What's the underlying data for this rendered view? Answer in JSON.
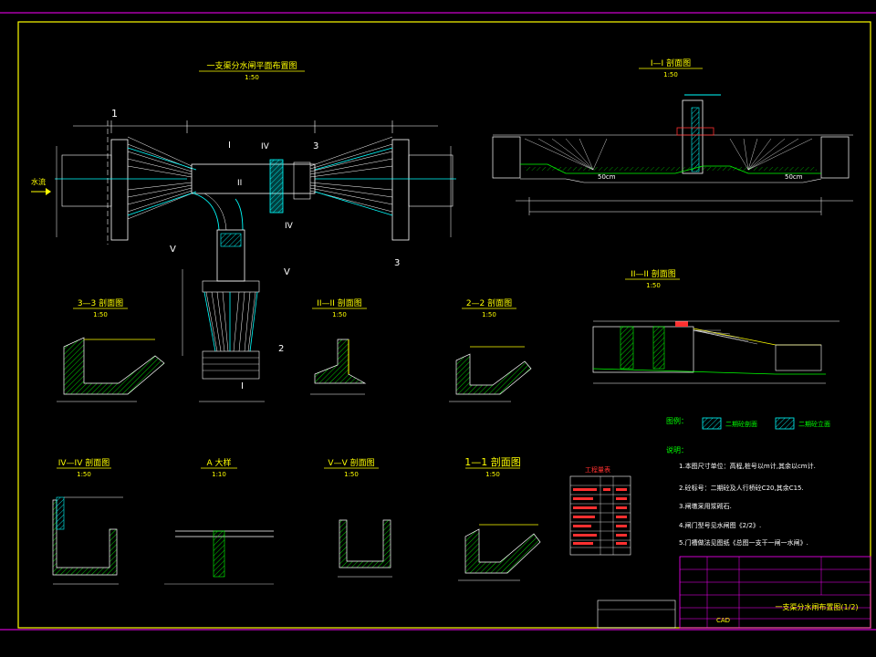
{
  "drawing": {
    "plan_title": "一支渠分水闸平面布置图",
    "plan_scale": "1:50",
    "sec11_top_title": "I—I 剖面图",
    "sec11_top_scale": "1:50",
    "secII_right_title": "II—II 剖面图",
    "secII_right_scale": "1:50",
    "sec33_title": "3—3 剖面图",
    "sec33_scale": "1:50",
    "secII_small_title": "II—II 剖面图",
    "secII_small_scale": "1:50",
    "sec22_title": "2—2 剖面图",
    "sec22_scale": "1:50",
    "secIV_title": "IV—IV 剖面图",
    "secIV_scale": "1:50",
    "detailA_title": "A 大样",
    "detailA_scale": "1:10",
    "secV_title": "V—V 剖面图",
    "secV_scale": "1:50",
    "sec11_bot_title": "1—1 剖面图",
    "sec11_bot_scale": "1:50",
    "flow_label": "水流",
    "plan_mark_1": "1",
    "plan_mark_3": "3",
    "plan_mark_2": "2",
    "plan_mark_V": "V",
    "plan_mark_I": "I",
    "plan_mark_II": "II",
    "plan_mark_IV": "IV",
    "sec11_dim_50cm": "50cm",
    "sec11_dim_50cm_b": "50cm",
    "quant_table_title": "工程量表"
  },
  "legend": {
    "title": "图例：",
    "item1": "二期砼剖面",
    "item2": "二期砼立面"
  },
  "notes": {
    "title": "说明：",
    "n1": "1.本图尺寸单位：高程,桩号以m计,其余以cm计.",
    "n2": "2.砼标号：二期砼及人行桥砼C20,其余C15.",
    "n3": "3.闸墩采用浆砌石.",
    "n4": "4.闸门型号见水闸图《2/2》.",
    "n5": "5.门槽做法见图纸《总图一支干一闸一水闸》."
  },
  "title_block": {
    "drawing_name": "一支渠分水闸布置图(1/2)",
    "sheet_label": "CAD"
  },
  "colors": {
    "frame": "#ffff00",
    "title": "#ffff00",
    "dims": "#ffffff",
    "water": "#00ffff",
    "hatch_green": "#00ff00",
    "accent_magenta": "#ff00ff"
  }
}
